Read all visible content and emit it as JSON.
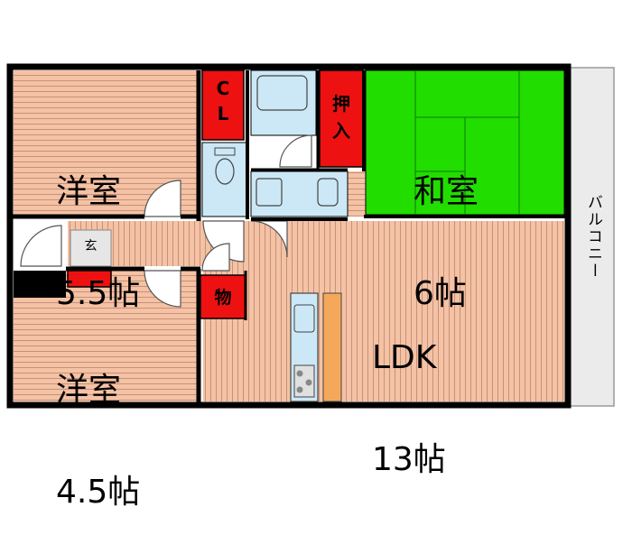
{
  "rooms": {
    "western_room_1": {
      "name": "洋室",
      "size": "5.5帖"
    },
    "western_room_2": {
      "name": "洋室",
      "size": "4.5帖"
    },
    "japanese_room": {
      "name": "和室",
      "size": "6帖"
    },
    "ldk": {
      "name": "LDK",
      "size": "13帖"
    }
  },
  "storage": {
    "closet": {
      "label_top": "C",
      "label_bottom": "L"
    },
    "oshiire": {
      "label_top": "押",
      "label_bottom": "入"
    },
    "storeroom": {
      "label": "物"
    },
    "entrance": {
      "label": "玄"
    }
  },
  "balcony": {
    "label": "バルコニー"
  },
  "colors": {
    "wall": "#000000",
    "floor_wood": "#f4c2a4",
    "floor_line": "#c9907a",
    "tatami": "#22dd00",
    "storage_red": "#ee1111",
    "wet_area": "#cce8f6",
    "balcony": "#ebebeb",
    "counter": "#f5a85a"
  }
}
